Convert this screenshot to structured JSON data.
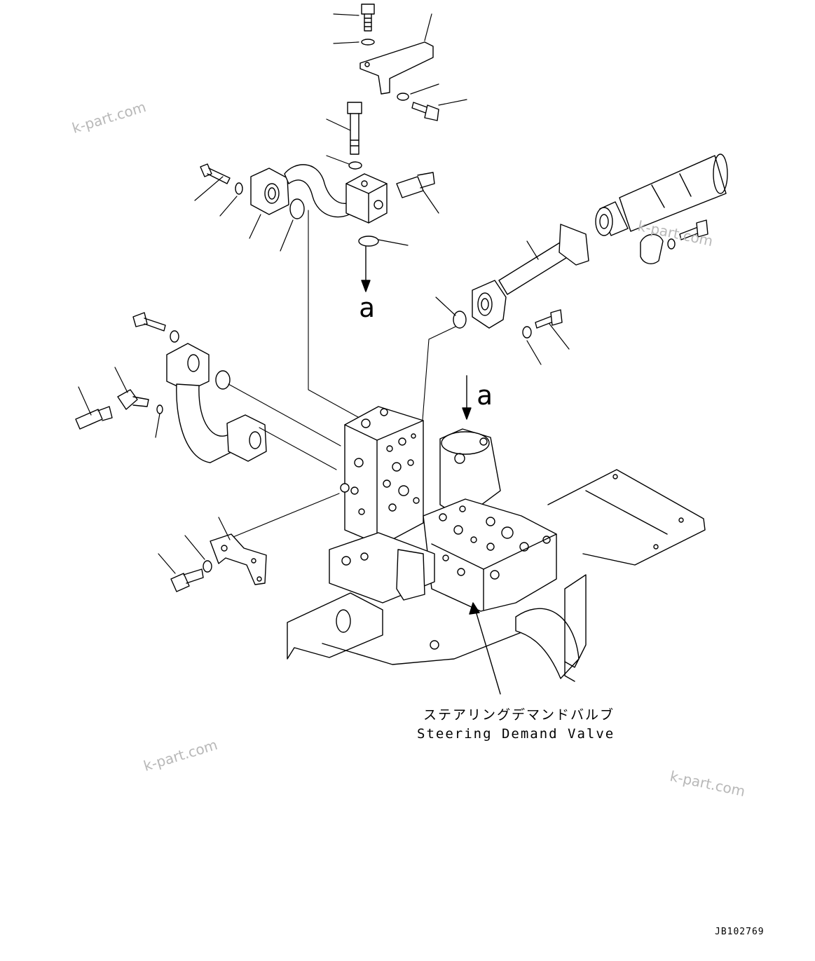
{
  "diagram": {
    "callouts": [
      "a",
      "a"
    ],
    "caption_jp": "ステアリングデマンドバルブ",
    "caption_en": "Steering Demand Valve",
    "drawing_code": "JB102769",
    "watermark": "k-part.com"
  }
}
